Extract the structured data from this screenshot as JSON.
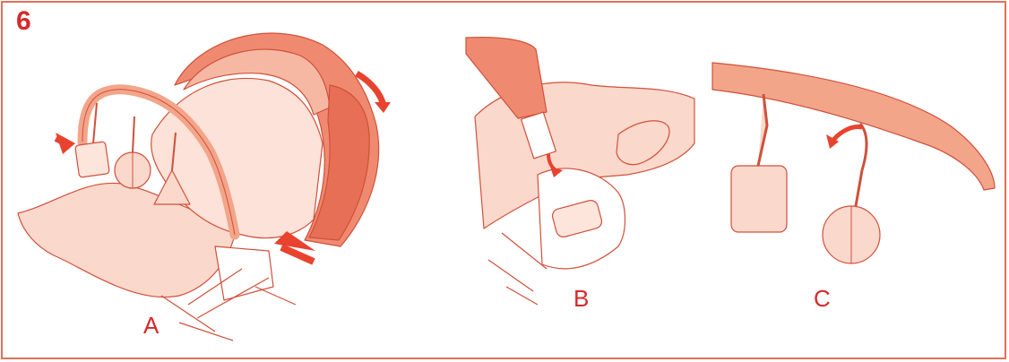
{
  "step": {
    "number": "6"
  },
  "panels": [
    {
      "id": "a",
      "label": "A"
    },
    {
      "id": "b",
      "label": "B"
    },
    {
      "id": "c",
      "label": "C"
    }
  ],
  "colors": {
    "frame": "#e0705a",
    "accent_red": "#d8282a",
    "arrow": "#e8432e",
    "canopy": "#ef8a70",
    "fabric_light": "#fbd8cc",
    "fabric_mid": "#f7b8a3",
    "bar": "#f3a58a",
    "outline": "#d0503a"
  }
}
